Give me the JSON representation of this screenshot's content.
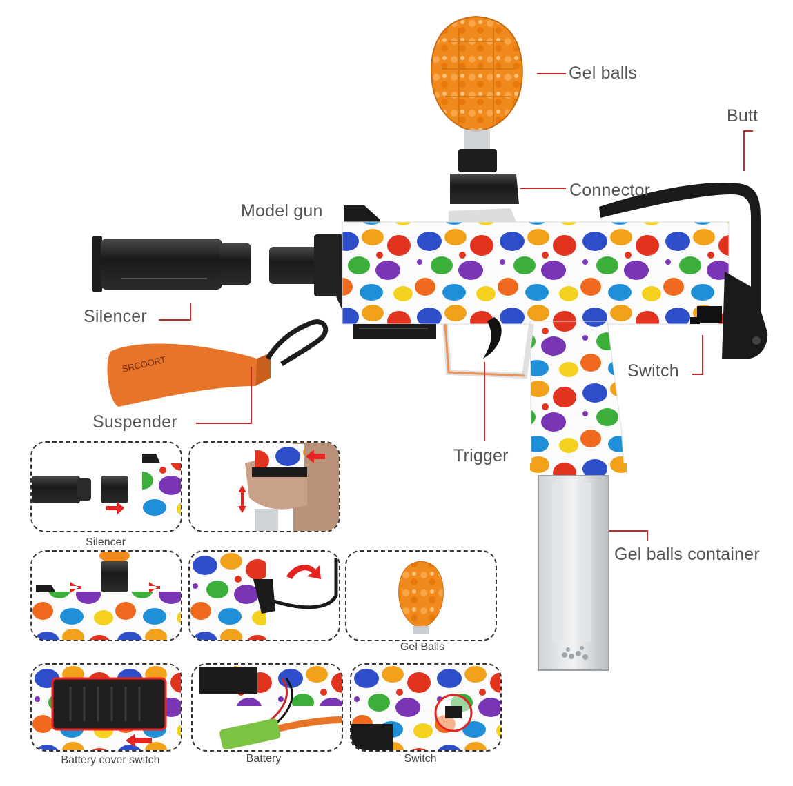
{
  "colors": {
    "leader": "#c62828",
    "label_text": "#555555",
    "caption_text": "#444444",
    "strap": "#e8742a",
    "gel_orange": "#f08a1c",
    "arrow": "#e52421",
    "panel_border": "#333333"
  },
  "labels": {
    "gel_balls": "Gel balls",
    "butt": "Butt",
    "connector": "Connector",
    "model_gun": "Model gun",
    "silencer": "Silencer",
    "suspender": "Suspender",
    "switch": "Switch",
    "trigger": "Trigger",
    "gel_balls_container": "Gel balls container"
  },
  "strap_brand": "SRCOORT",
  "panels": [
    {
      "id": "silencer",
      "caption": "Silencer"
    },
    {
      "id": "magazine",
      "caption": ""
    },
    {
      "id": "connector-slide",
      "caption": ""
    },
    {
      "id": "butt-fold",
      "caption": ""
    },
    {
      "id": "gel-balls",
      "caption": "Gel Balls"
    },
    {
      "id": "battery-cover-switch",
      "caption": "Battery cover switch"
    },
    {
      "id": "battery",
      "caption": "Battery"
    },
    {
      "id": "switch",
      "caption": "Switch"
    }
  ]
}
